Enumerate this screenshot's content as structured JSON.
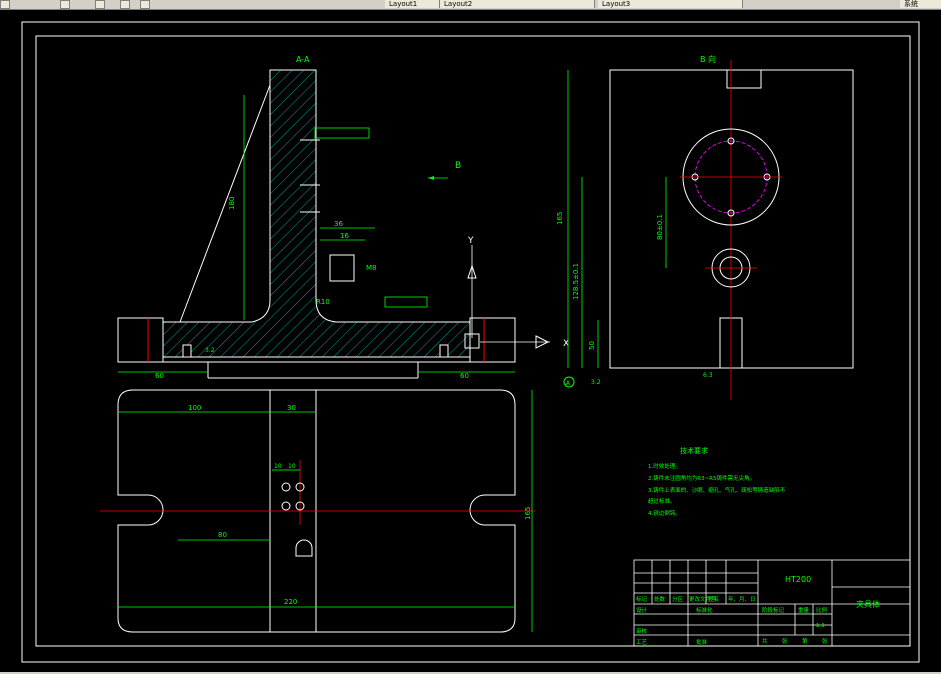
{
  "toolbar": {
    "tabs": [
      "Layout1",
      "Layout2",
      "Layout3"
    ],
    "right_label": "系统"
  },
  "drawing": {
    "section_label": "A-A",
    "view_b_label": "B 向",
    "arrow_b_label": "B",
    "axis_y_label": "Y",
    "axis_x_label": "X",
    "datum_a_label": "A",
    "dims_section": {
      "height": "180",
      "base_left": "60",
      "base_right": "60",
      "d1": "16",
      "d2": "36",
      "r": "R10",
      "slot": "M8",
      "rough": "3.2"
    },
    "dims_view_b": {
      "h_total": "165",
      "h_mid": "128.5±0.1",
      "h_low": "50",
      "d_pin": "80±0.1",
      "rough1": "3.2",
      "rough2": "6.3"
    },
    "dims_plan": {
      "width": "220",
      "left": "100",
      "mid": "30",
      "w1": "10",
      "w2": "10",
      "len": "80",
      "height": "165"
    },
    "tech_requirements": {
      "title": "技术要求",
      "items": [
        "1.时效处理。",
        "2.铸件未注圆角均为R3~R5铸件需无尖角。",
        "3.铸件上表面的、沙眼、缩孔、气孔、疏松等铸造缺陷不",
        "  超过标准。",
        "4.锐边倒钝。"
      ]
    },
    "title_block": {
      "material": "HT200",
      "drawing_name": "夹具体",
      "scale": "1:1",
      "labels": [
        "标记",
        "处数",
        "分区",
        "更改文件号",
        "签名",
        "年、月、日",
        "设计",
        "标准化",
        "审核",
        "工艺",
        "批准",
        "阶段标记",
        "重量",
        "比例",
        "共",
        "张",
        "第",
        "张"
      ]
    }
  },
  "colors": {
    "background": "#000000",
    "outline": "#ffffff",
    "dimension": "#00ff00",
    "centerline": "#ff0000",
    "hatch": "#00ffff",
    "hidden": "#ff00ff"
  }
}
